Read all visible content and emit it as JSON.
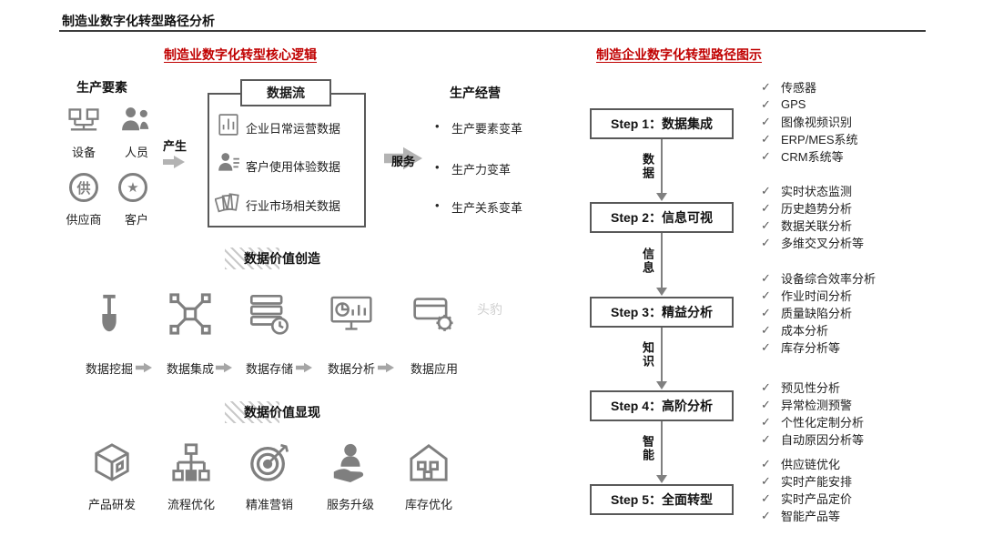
{
  "page": {
    "title": "制造业数字化转型路径分析"
  },
  "colors": {
    "accent": "#C00000",
    "icon_gray": "#7f7f7f",
    "border_gray": "#595959"
  },
  "left": {
    "section_title": "制造业数字化转型核心逻辑",
    "factors_title": "生产要素",
    "factors": [
      {
        "label": "设备"
      },
      {
        "label": "人员"
      },
      {
        "label": "供应商",
        "glyph": "供"
      },
      {
        "label": "客户",
        "glyph": "★"
      }
    ],
    "produce_label": "产生",
    "dataflow_header": "数据流",
    "dataflow_items": [
      "企业日常运营数据",
      "客户使用体验数据",
      "行业市场相关数据"
    ],
    "service_label": "服务",
    "operation_title": "生产经营",
    "bullet": "•",
    "operation_items": [
      "生产要素变革",
      "生产力变革",
      "生产关系变革"
    ],
    "value_creation_title": "数据价值创造",
    "chain": [
      {
        "label": "数据挖掘"
      },
      {
        "label": "数据集成"
      },
      {
        "label": "数据存储"
      },
      {
        "label": "数据分析"
      },
      {
        "label": "数据应用"
      }
    ],
    "value_display_title": "数据价值显现",
    "outcomes": [
      {
        "label": "产品研发"
      },
      {
        "label": "流程优化"
      },
      {
        "label": "精准营销"
      },
      {
        "label": "服务升级"
      },
      {
        "label": "库存优化"
      }
    ],
    "watermark": "头豹"
  },
  "right": {
    "section_title": "制造企业数字化转型路径图示",
    "check": "✓",
    "steps": [
      {
        "label": "Step 1：数据集成",
        "arrow_label": "数据",
        "checks": [
          "传感器",
          "GPS",
          "图像视频识别",
          "ERP/MES系统",
          "CRM系统等"
        ]
      },
      {
        "label": "Step 2：信息可视",
        "arrow_label": "信息",
        "checks": [
          "实时状态监测",
          "历史趋势分析",
          "数据关联分析",
          "多维交叉分析等"
        ]
      },
      {
        "label": "Step 3：精益分析",
        "arrow_label": "知识",
        "checks": [
          "设备综合效率分析",
          "作业时间分析",
          "质量缺陷分析",
          "成本分析",
          "库存分析等"
        ]
      },
      {
        "label": "Step 4：高阶分析",
        "arrow_label": "智能",
        "checks": [
          "预见性分析",
          "异常检测预警",
          "个性化定制分析",
          "自动原因分析等"
        ]
      },
      {
        "label": "Step 5：全面转型",
        "checks": [
          "供应链优化",
          "实时产能安排",
          "实时产品定价",
          "智能产品等"
        ]
      }
    ]
  }
}
